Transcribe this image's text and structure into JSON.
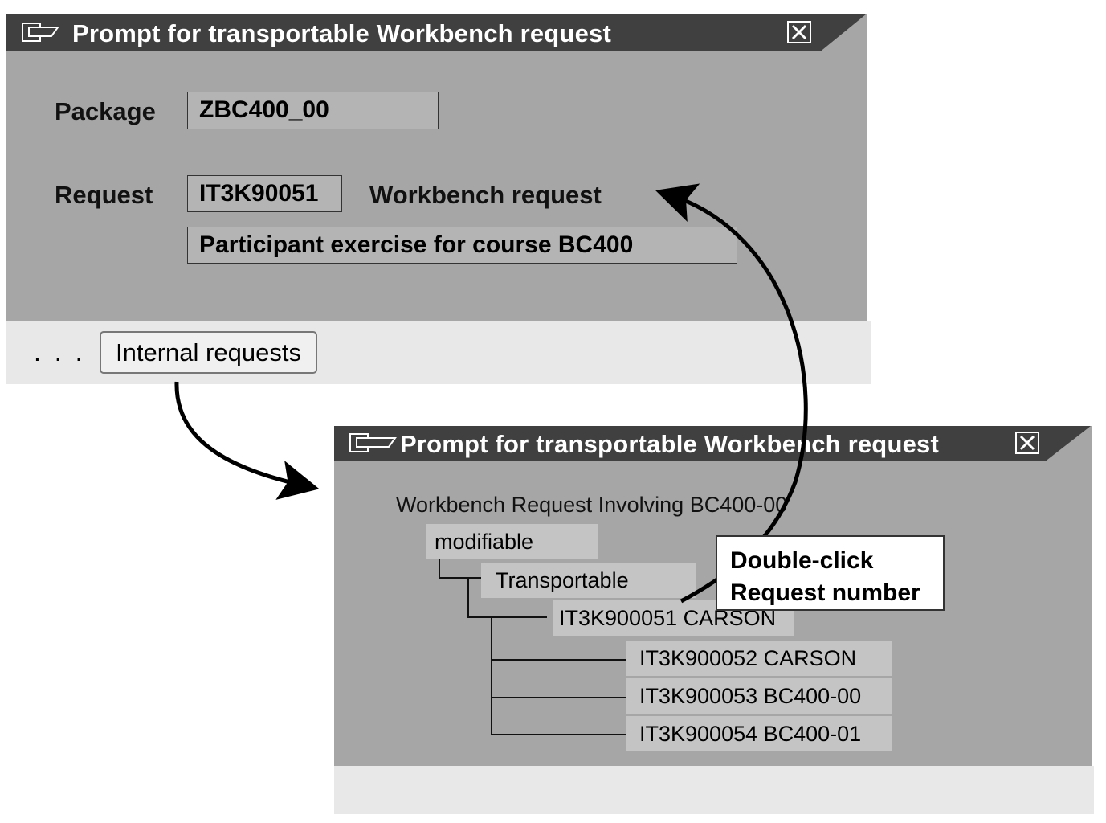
{
  "dialog1": {
    "title": "Prompt for transportable Workbench request",
    "package_label": "Package",
    "package_value": "ZBC400_00",
    "request_label": "Request",
    "request_value": "IT3K90051",
    "request_type": "Workbench request",
    "request_description": "Participant exercise for course BC400",
    "ellipsis": ". . .",
    "internal_requests_button": "Internal requests"
  },
  "dialog2": {
    "title": "Prompt for transportable Workbench request",
    "tree_heading": "Workbench Request Involving BC400-00",
    "tree": {
      "modifiable": "modifiable",
      "transportable": "Transportable",
      "request": "IT3K900051 CARSON",
      "tasks": [
        "IT3K900052 CARSON",
        "IT3K900053 BC400-00",
        "IT3K900054 BC400-01"
      ]
    }
  },
  "callout": {
    "line1": "Double-click",
    "line2": "Request number"
  },
  "icons": [
    "window-icon",
    "close-icon"
  ],
  "colors": {
    "titlebar": "#404040",
    "dialog_body": "#a6a6a6",
    "footer": "#e8e8e8",
    "field": "#b4b4b4",
    "tree_node": "#c4c4c4"
  }
}
